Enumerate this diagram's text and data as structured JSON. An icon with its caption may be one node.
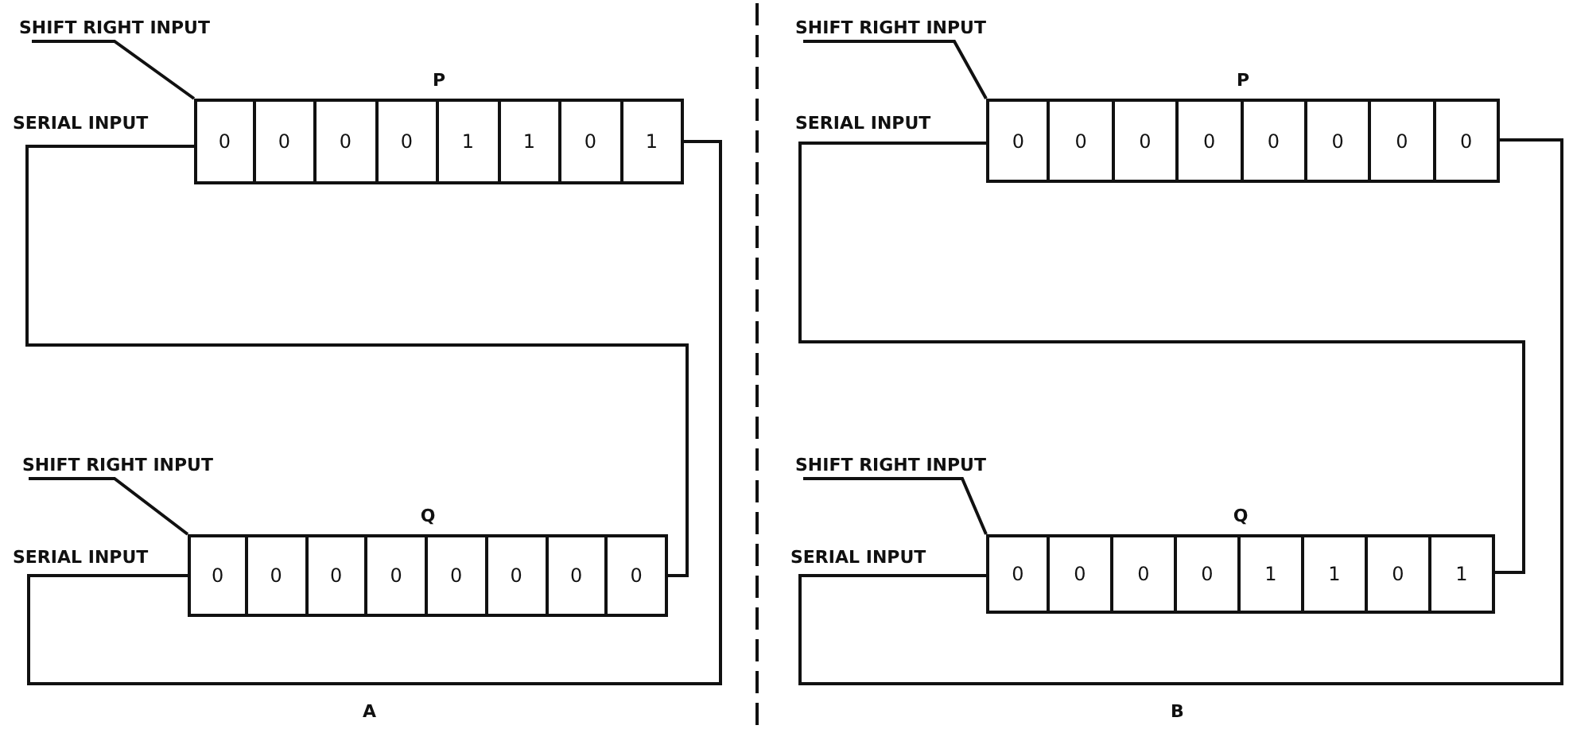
{
  "diagram": {
    "nodes": [
      {
        "text": [
          "SHIFT RIGHT INPUT"
        ]
      },
      {
        "text": [
          "P"
        ]
      },
      {
        "text": [
          "0"
        ],
        "in": 1
      },
      {
        "text": [
          "0"
        ],
        "in": 1
      },
      {
        "text": [
          "0"
        ],
        "in": 1
      },
      {
        "text": [
          "0"
        ],
        "in": 1
      },
      {
        "text": [
          "1"
        ],
        "in": 1
      },
      {
        "text": [
          "1"
        ],
        "in": 1
      },
      {
        "text": [
          "0"
        ],
        "in": 1
      },
      {
        "text": [
          "1"
        ],
        "in": 1
      },
      {
        "text": [
          "SHIFT RIGHT INPUT"
        ]
      },
      {
        "text": [
          "Q"
        ]
      },
      {
        "text": [
          "0"
        ],
        "in": 11
      },
      {
        "text": [
          "0"
        ],
        "in": 11
      },
      {
        "text": [
          "0"
        ],
        "in": 11
      },
      {
        "text": [
          "0"
        ],
        "in": 11
      },
      {
        "text": [
          "0"
        ],
        "in": 11
      },
      {
        "text": [
          "0"
        ],
        "in": 11
      },
      {
        "text": [
          "0"
        ],
        "in": 11
      },
      {
        "text": [
          "0"
        ],
        "in": 11
      },
      {
        "text": [
          "SHIFT RIGHT INPUT"
        ]
      },
      {
        "text": [
          "P"
        ]
      },
      {
        "text": [
          "0"
        ],
        "in": 21
      },
      {
        "text": [
          "0"
        ],
        "in": 21
      },
      {
        "text": [
          "0"
        ],
        "in": 21
      },
      {
        "text": [
          "0"
        ],
        "in": 21
      },
      {
        "text": [
          "0"
        ],
        "in": 21
      },
      {
        "text": [
          "0"
        ],
        "in": 21
      },
      {
        "text": [
          "0"
        ],
        "in": 21
      },
      {
        "text": [
          "0"
        ],
        "in": 21
      },
      {
        "text": [
          "SHIFT RIGHT INPUT"
        ]
      },
      {
        "text": [
          "Q"
        ]
      },
      {
        "text": [
          "0"
        ],
        "in": 31
      },
      {
        "text": [
          "0"
        ],
        "in": 31
      },
      {
        "text": [
          "0"
        ],
        "in": 31
      },
      {
        "text": [
          "0"
        ],
        "in": 31
      },
      {
        "text": [
          "1"
        ],
        "in": 31
      },
      {
        "text": [
          "1"
        ],
        "in": 31
      },
      {
        "text": [
          "0"
        ],
        "in": 31
      },
      {
        "text": [
          "1"
        ],
        "in": 31
      }
    ],
    "edges": [
      {
        "from": 0,
        "to": 1,
        "arrow": "none"
      },
      {
        "from": 1,
        "to": 11,
        "arrow": "none"
      },
      {
        "from": 10,
        "to": 11,
        "arrow": "none"
      },
      {
        "from": 11,
        "to": 1,
        "arrow": "none"
      },
      {
        "from": 20,
        "to": 21,
        "arrow": "none"
      },
      {
        "from": 21,
        "to": 31,
        "arrow": "none"
      },
      {
        "from": 30,
        "to": 31,
        "arrow": "none"
      },
      {
        "from": 31,
        "to": 21,
        "arrow": "none"
      }
    ],
    "labels": [
      "SERIAL INPUT",
      "SERIAL INPUT",
      "SERIAL INPUT",
      "SERIAL INPUT",
      "A",
      "B"
    ]
  }
}
